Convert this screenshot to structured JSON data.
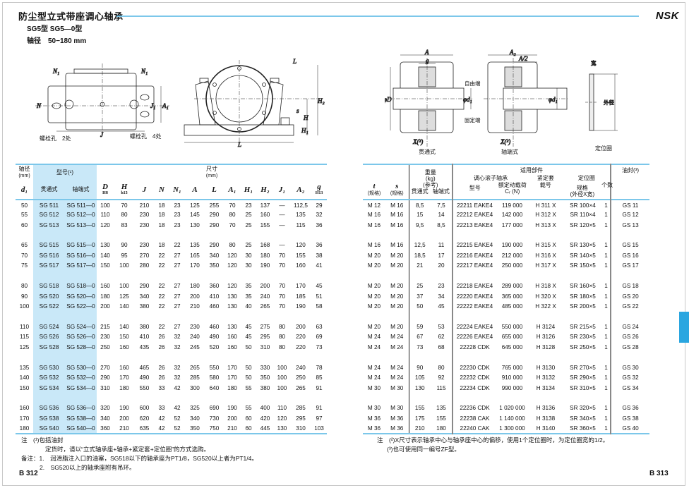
{
  "header": {
    "title": "防尘型立式带座调心轴承",
    "subtitle": "SG5型 SG5—0型",
    "shaft_range": "轴径　50−180 mm",
    "brand": "NSK"
  },
  "drawings": {
    "N1": "N₁",
    "N": "N",
    "J": "J",
    "J1": "J₁",
    "A1": "A₁",
    "bolt2": "螺栓孔　2处",
    "bolt4": "螺栓孔　4处",
    "L": "L",
    "H": "H",
    "H1": "H₁",
    "H2": "H₂",
    "s": "s",
    "Lbolt": "L",
    "A": "A",
    "g": "g",
    "phiD": "φD",
    "phid1": "φd₁",
    "free": "自由端",
    "fixed": "固定端",
    "X2": "X(²)",
    "thru": "贯通式",
    "A2": "A₂",
    "A_half": "A/2",
    "end": "轴端式",
    "width": "宽",
    "od": "外径",
    "ring": "定位圈"
  },
  "left_table": {
    "shaft_label": "轴径",
    "shaft_unit": "(mm)",
    "shaft_sym": "d₁",
    "model_label": "型号(¹)",
    "thru_label": "贯通式",
    "end_label": "轴端式",
    "dims_label": "尺寸",
    "dims_unit": "(mm)",
    "cols": [
      {
        "s": "D",
        "t": "H8"
      },
      {
        "s": "H",
        "t": "h13"
      },
      {
        "s": "J",
        "t": ""
      },
      {
        "s": "N",
        "t": ""
      },
      {
        "s": "N₁",
        "t": ""
      },
      {
        "s": "A",
        "t": ""
      },
      {
        "s": "L",
        "t": ""
      },
      {
        "s": "A₁",
        "t": ""
      },
      {
        "s": "H₁",
        "t": ""
      },
      {
        "s": "H₂",
        "t": ""
      },
      {
        "s": "J₁",
        "t": ""
      },
      {
        "s": "A₂",
        "t": ""
      },
      {
        "s": "g",
        "t": "H13"
      }
    ],
    "groups": [
      [
        [
          "50",
          "SG 511",
          "SG 511—0",
          "100",
          "70",
          "210",
          "18",
          "23",
          "125",
          "255",
          "70",
          "23",
          "137",
          "—",
          "112,5",
          "29"
        ],
        [
          "55",
          "SG 512",
          "SG 512—0",
          "110",
          "80",
          "230",
          "18",
          "23",
          "145",
          "290",
          "80",
          "25",
          "160",
          "—",
          "135",
          "32"
        ],
        [
          "60",
          "SG 513",
          "SG 513—0",
          "120",
          "83",
          "230",
          "18",
          "23",
          "130",
          "290",
          "70",
          "25",
          "155",
          "—",
          "115",
          "36"
        ]
      ],
      [
        [
          "65",
          "SG 515",
          "SG 515—0",
          "130",
          "90",
          "230",
          "18",
          "22",
          "135",
          "290",
          "80",
          "25",
          "168",
          "—",
          "120",
          "36"
        ],
        [
          "70",
          "SG 516",
          "SG 516—0",
          "140",
          "95",
          "270",
          "22",
          "27",
          "165",
          "340",
          "120",
          "30",
          "180",
          "70",
          "155",
          "38"
        ],
        [
          "75",
          "SG 517",
          "SG 517—0",
          "150",
          "100",
          "280",
          "22",
          "27",
          "170",
          "350",
          "120",
          "30",
          "190",
          "70",
          "160",
          "41"
        ]
      ],
      [
        [
          "80",
          "SG 518",
          "SG 518—0",
          "160",
          "100",
          "290",
          "22",
          "27",
          "180",
          "360",
          "120",
          "35",
          "200",
          "70",
          "170",
          "45"
        ],
        [
          "90",
          "SG 520",
          "SG 520—0",
          "180",
          "125",
          "340",
          "22",
          "27",
          "200",
          "410",
          "130",
          "35",
          "240",
          "70",
          "185",
          "51"
        ],
        [
          "100",
          "SG 522",
          "SG 522—0",
          "200",
          "140",
          "380",
          "22",
          "27",
          "210",
          "460",
          "130",
          "40",
          "265",
          "70",
          "190",
          "58"
        ]
      ],
      [
        [
          "110",
          "SG 524",
          "SG 524—0",
          "215",
          "140",
          "380",
          "22",
          "27",
          "230",
          "460",
          "130",
          "45",
          "275",
          "80",
          "200",
          "63"
        ],
        [
          "115",
          "SG 526",
          "SG 526—0",
          "230",
          "150",
          "410",
          "26",
          "32",
          "240",
          "490",
          "160",
          "45",
          "295",
          "80",
          "220",
          "69"
        ],
        [
          "125",
          "SG 528",
          "SG 528—0",
          "250",
          "160",
          "435",
          "26",
          "32",
          "245",
          "520",
          "160",
          "50",
          "310",
          "80",
          "220",
          "73"
        ]
      ],
      [
        [
          "135",
          "SG 530",
          "SG 530—0",
          "270",
          "160",
          "465",
          "26",
          "32",
          "265",
          "550",
          "170",
          "50",
          "330",
          "100",
          "240",
          "78"
        ],
        [
          "140",
          "SG 532",
          "SG 532—0",
          "290",
          "170",
          "490",
          "26",
          "32",
          "285",
          "580",
          "170",
          "50",
          "350",
          "100",
          "250",
          "85"
        ],
        [
          "150",
          "SG 534",
          "SG 534—0",
          "310",
          "180",
          "550",
          "33",
          "42",
          "300",
          "640",
          "180",
          "55",
          "380",
          "100",
          "265",
          "91"
        ]
      ],
      [
        [
          "160",
          "SG 536",
          "SG 536—0",
          "320",
          "190",
          "600",
          "33",
          "42",
          "325",
          "690",
          "190",
          "55",
          "400",
          "110",
          "285",
          "91"
        ],
        [
          "170",
          "SG 538",
          "SG 538—0",
          "340",
          "200",
          "620",
          "42",
          "52",
          "340",
          "730",
          "200",
          "60",
          "420",
          "120",
          "295",
          "97"
        ],
        [
          "180",
          "SG 540",
          "SG 540—0",
          "360",
          "210",
          "635",
          "42",
          "52",
          "350",
          "750",
          "210",
          "60",
          "445",
          "130",
          "310",
          "103"
        ]
      ]
    ]
  },
  "right_table": {
    "t_sym": "t",
    "s_sym": "s",
    "spec": "(规格)",
    "weight_label": "重量",
    "weight_unit": "(kg)",
    "weight_ref": "(参考)",
    "thru_label": "贯通式",
    "end_label": "轴端式",
    "parts_label": "适用部件",
    "bearing_label": "调心滚子轴承",
    "adapter_label": "紧定套",
    "ring_label": "定位圈",
    "model_label": "型号",
    "load_label": "额定动载荷",
    "load_sym": "Cᵣ (N)",
    "adapter_no": "载号",
    "ring_spec": "规格",
    "ring_spec2": "(外径X宽)",
    "count_label": "个数",
    "seal_label": "油封(³)",
    "groups": [
      [
        [
          "M 12",
          "M 16",
          "8,5",
          "7,5",
          "22211 EAKE4",
          "119 000",
          "H 311 X",
          "SR 100×4",
          "1",
          "GS 11"
        ],
        [
          "M 16",
          "M 16",
          "15",
          "14",
          "22212 EAKE4",
          "142 000",
          "H 312 X",
          "SR 110×4",
          "1",
          "GS 12"
        ],
        [
          "M 16",
          "M 16",
          "9,5",
          "8,5",
          "22213 EAKE4",
          "177 000",
          "H 313 X",
          "SR 120×5",
          "1",
          "GS 13"
        ]
      ],
      [
        [
          "M 16",
          "M 16",
          "12,5",
          "11",
          "22215 EAKE4",
          "190 000",
          "H 315 X",
          "SR 130×5",
          "1",
          "GS 15"
        ],
        [
          "M 20",
          "M 20",
          "18,5",
          "17",
          "22216 EAKE4",
          "212 000",
          "H 316 X",
          "SR 140×5",
          "1",
          "GS 16"
        ],
        [
          "M 20",
          "M 20",
          "21",
          "20",
          "22217 EAKE4",
          "250 000",
          "H 317 X",
          "SR 150×5",
          "1",
          "GS 17"
        ]
      ],
      [
        [
          "M 20",
          "M 20",
          "25",
          "23",
          "22218 EAKE4",
          "289 000",
          "H 318 X",
          "SR 160×5",
          "1",
          "GS 18"
        ],
        [
          "M 20",
          "M 20",
          "37",
          "34",
          "22220 EAKE4",
          "365 000",
          "H 320 X",
          "SR 180×5",
          "1",
          "GS 20"
        ],
        [
          "M 20",
          "M 20",
          "50",
          "45",
          "22222 EAKE4",
          "485 000",
          "H 322 X",
          "SR 200×5",
          "1",
          "GS 22"
        ]
      ],
      [
        [
          "M 20",
          "M 20",
          "59",
          "53",
          "22224 EAKE4",
          "550 000",
          "H 3124",
          "SR 215×5",
          "1",
          "GS 24"
        ],
        [
          "M 24",
          "M 24",
          "67",
          "62",
          "22226 EAKE4",
          "655 000",
          "H 3126",
          "SR 230×5",
          "1",
          "GS 26"
        ],
        [
          "M 24",
          "M 24",
          "73",
          "68",
          "22228 CDK",
          "645 000",
          "H 3128",
          "SR 250×5",
          "1",
          "GS 28"
        ]
      ],
      [
        [
          "M 24",
          "M 24",
          "90",
          "80",
          "22230 CDK",
          "765 000",
          "H 3130",
          "SR 270×5",
          "1",
          "GS 30"
        ],
        [
          "M 24",
          "M 24",
          "105",
          "92",
          "22232 CDK",
          "910 000",
          "H 3132",
          "SR 290×5",
          "1",
          "GS 32"
        ],
        [
          "M 30",
          "M 30",
          "130",
          "115",
          "22234 CDK",
          "990 000",
          "H 3134",
          "SR 310×5",
          "1",
          "GS 34"
        ]
      ],
      [
        [
          "M 30",
          "M 30",
          "155",
          "135",
          "22236 CDK",
          "1 020 000",
          "H 3136",
          "SR 320×5",
          "1",
          "GS 36"
        ],
        [
          "M 36",
          "M 36",
          "175",
          "155",
          "22238 CAK",
          "1 140 000",
          "H 3138",
          "SR 340×5",
          "1",
          "GS 38"
        ],
        [
          "M 36",
          "M 36",
          "210",
          "180",
          "22240 CAK",
          "1 300 000",
          "H 3140",
          "SR 360×5",
          "1",
          "GS 40"
        ]
      ]
    ]
  },
  "notes_left": {
    "n1_label": "注　(¹)包括油封",
    "n1_text": "定货时，请以“立式轴承座+轴承+紧定套+定位圈”的方式选购。",
    "remark1": "备注：1.　润滑脂注入口的油塞，SG518以下的轴承座为PT1/8，SG520以上者为PT1/4。",
    "remark2": "2.　SG520以上的轴承座附有吊环。"
  },
  "notes_right": {
    "n2": "注　(²)X尺寸表示轴承中心与轴承座中心的偏移，使用1个定位圈时，为定位圈宽的1/2。",
    "n3": "(³)也可使用同一编号ZF型。"
  },
  "page_left": "B  312",
  "page_right": "B  313",
  "colors": {
    "accent": "#7cc7ea",
    "shade": "#c9e8f8",
    "tab": "#2aa6e0"
  }
}
